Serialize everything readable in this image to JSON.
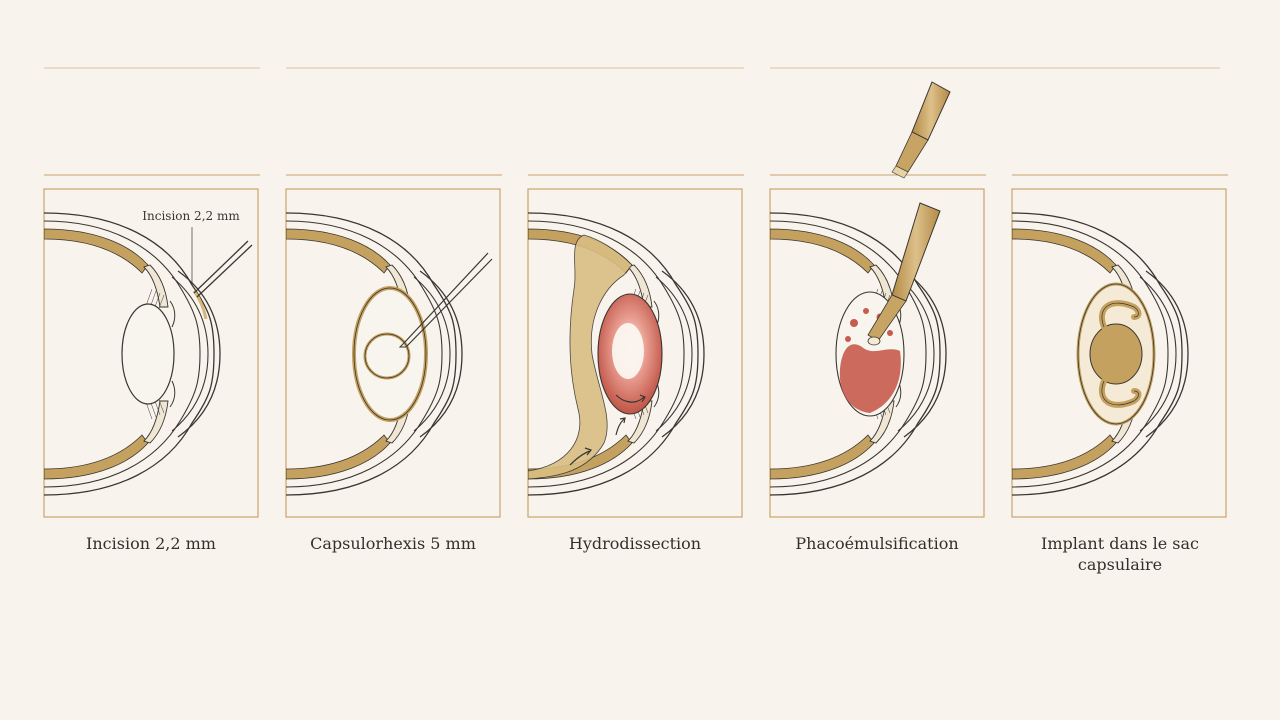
{
  "steps": [
    {
      "id": "incision",
      "caption": "Incision 2,2 mm",
      "callout": "Incision 2,2 mm"
    },
    {
      "id": "capsulorhexis",
      "caption": "Capsulorhexis 5 mm"
    },
    {
      "id": "hydrodissection",
      "caption": "Hydrodissection"
    },
    {
      "id": "phaco",
      "caption": "Phacoémulsification"
    },
    {
      "id": "implant",
      "caption": "Implant dans le sac capsulaire"
    }
  ],
  "colors": {
    "background": "#f8f4ed",
    "frame": "#c9a46c",
    "gold": "#c4a15f",
    "lens_fill": "#f8f5ef",
    "ink": "#3a3631",
    "cataract_red": "#c65b4e",
    "cataract_pink": "#e9a79a",
    "instrument": "#c8a464"
  },
  "icons": [
    "incision-knife-icon",
    "forceps-icon",
    "rotation-arrow-icon",
    "phaco-probe-icon",
    "intraocular-lens-icon"
  ]
}
